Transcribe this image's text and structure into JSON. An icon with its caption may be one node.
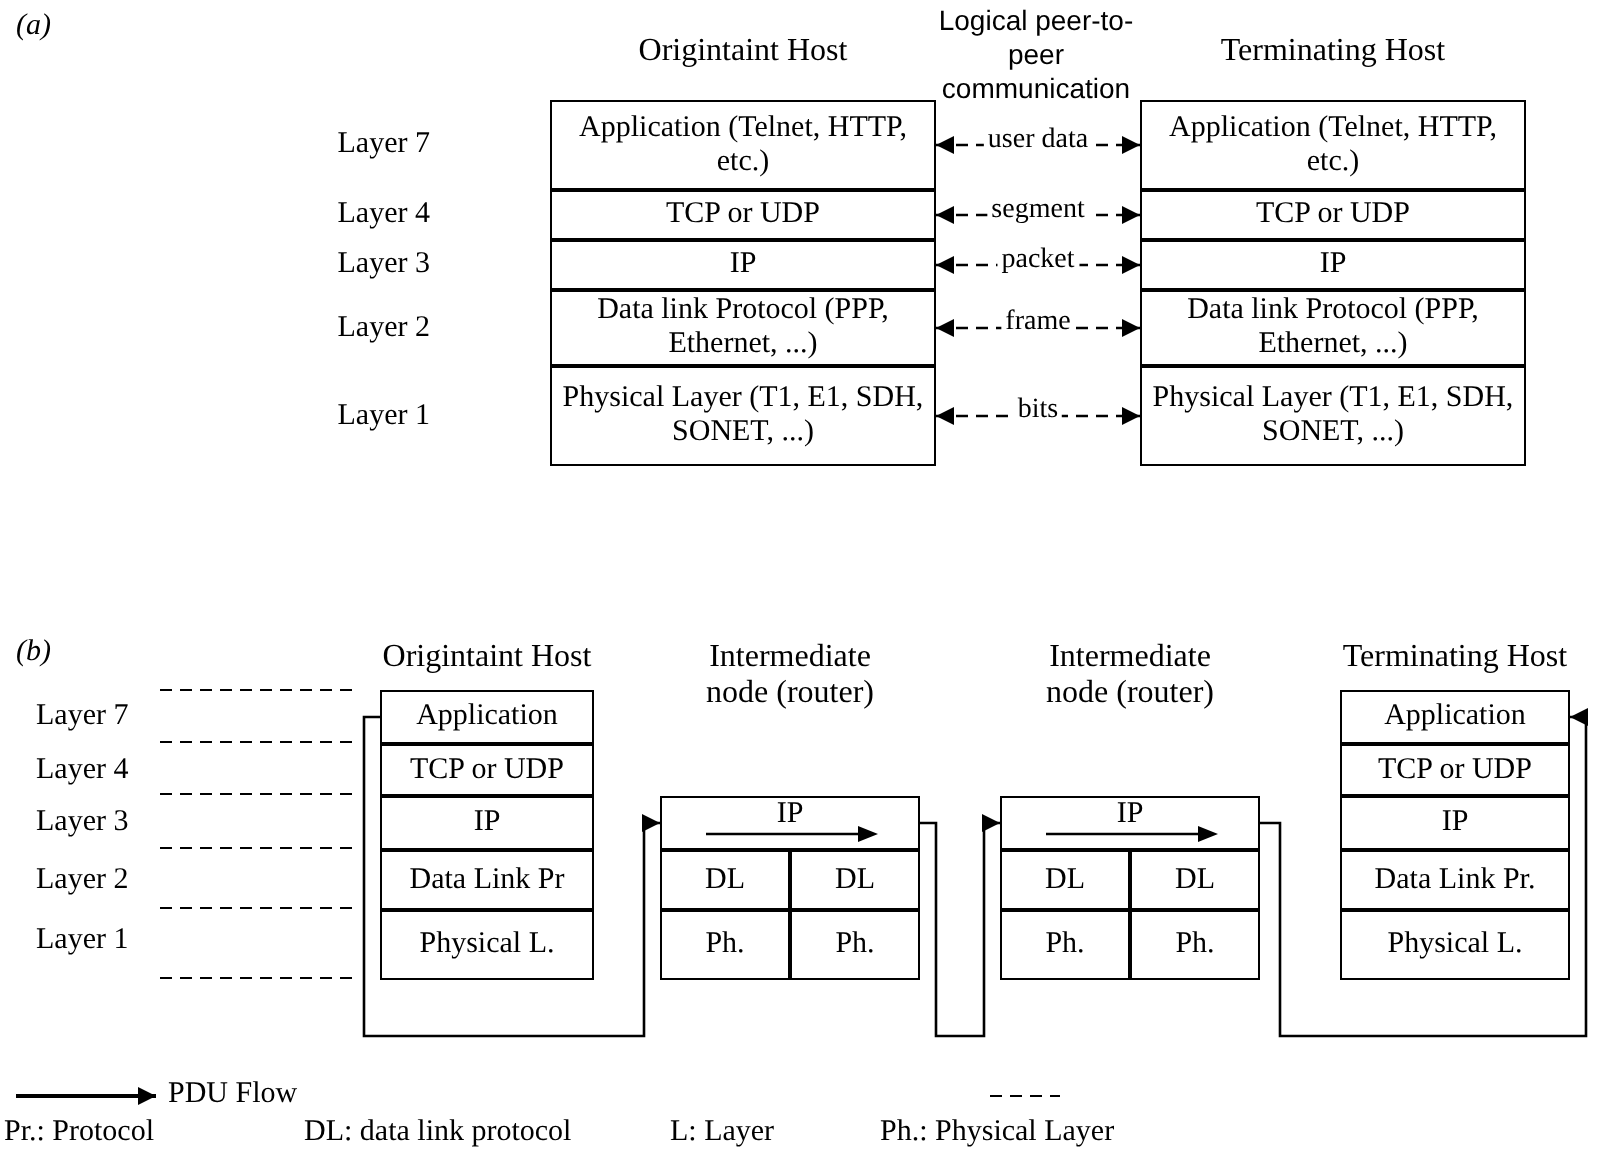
{
  "diagram": {
    "nodes": [
      {
        "text": [
          "Origintaint Host"
        ]
      },
      {
        "text": [
          "Application (Telnet, HTTP, etc.)"
        ],
        "in": 0
      },
      {
        "text": [
          "TCP or UDP"
        ],
        "in": 0
      },
      {
        "text": [
          "IP"
        ],
        "in": 0
      },
      {
        "text": [
          "Data link Protocol (PPP, Ethernet, ...)"
        ],
        "in": 0
      },
      {
        "text": [
          "Physical Layer (T1, E1, SDH, SONET, ...)"
        ],
        "in": 0
      },
      {
        "text": [
          "Terminating Host"
        ]
      },
      {
        "text": [
          "Application (Telnet, HTTP, etc.)"
        ],
        "in": 6
      },
      {
        "text": [
          "TCP or UDP"
        ],
        "in": 6
      },
      {
        "text": [
          "IP"
        ],
        "in": 6
      },
      {
        "text": [
          "Data link Protocol (PPP, Ethernet, ...)"
        ],
        "in": 6
      },
      {
        "text": [
          "Physical Layer (T1, E1, SDH, SONET, ...)"
        ],
        "in": 6
      },
      {
        "text": [
          "Origintaint Host"
        ]
      },
      {
        "text": [
          "Application"
        ],
        "in": 12
      },
      {
        "text": [
          "TCP or UDP"
        ],
        "in": 12
      },
      {
        "text": [
          "IP"
        ],
        "in": 12
      },
      {
        "text": [
          "Data Link Pr"
        ],
        "in": 12
      },
      {
        "text": [
          "Physical L."
        ],
        "in": 12
      },
      {
        "text": [
          "Intermediate node (router)"
        ]
      },
      {
        "text": [
          "IP"
        ],
        "in": 18
      },
      {
        "text": [
          "DL"
        ],
        "in": 18
      },
      {
        "text": [
          "DL"
        ],
        "in": 18
      },
      {
        "text": [
          "Ph."
        ],
        "in": 18
      },
      {
        "text": [
          "Ph."
        ],
        "in": 18
      },
      {
        "text": [
          "Intermediate node (router)"
        ]
      },
      {
        "text": [
          "IP"
        ],
        "in": 24
      },
      {
        "text": [
          "DL"
        ],
        "in": 24
      },
      {
        "text": [
          "DL"
        ],
        "in": 24
      },
      {
        "text": [
          "Ph."
        ],
        "in": 24
      },
      {
        "text": [
          "Ph."
        ],
        "in": 24
      },
      {
        "text": [
          "Terminating Host"
        ]
      },
      {
        "text": [
          "Application"
        ],
        "in": 30
      },
      {
        "text": [
          "TCP or UDP"
        ],
        "in": 30
      },
      {
        "text": [
          "IP"
        ],
        "in": 30
      },
      {
        "text": [
          "Data Link Pr."
        ],
        "in": 30
      },
      {
        "text": [
          "Physical L."
        ],
        "in": 30
      }
    ],
    "edges": [
      {
        "from": 1,
        "to": 7,
        "arrow": "both",
        "style": "dashed",
        "label": "user data"
      },
      {
        "from": 2,
        "to": 8,
        "arrow": "both",
        "style": "dashed",
        "label": "segment"
      },
      {
        "from": 3,
        "to": 9,
        "arrow": "both",
        "style": "dashed",
        "label": "packet"
      },
      {
        "from": 4,
        "to": 10,
        "arrow": "both",
        "style": "dashed",
        "label": "frame"
      },
      {
        "from": 5,
        "to": 11,
        "arrow": "both",
        "style": "dashed",
        "label": "bits"
      },
      {
        "from": 13,
        "to": 19,
        "arrow": "to"
      },
      {
        "from": 19,
        "to": 25,
        "arrow": "to"
      },
      {
        "from": 25,
        "to": 31,
        "arrow": "to"
      }
    ],
    "labels": [
      "(a)",
      "Logical peer-to-peer communication",
      "Layer 7",
      "Layer 4",
      "Layer 3",
      "Layer 2",
      "Layer 1",
      "(b)",
      "Layer 7",
      "Layer 4",
      "Layer 3",
      "Layer 2",
      "Layer 1",
      "Pr.: Protocol",
      "DL: data link protocol",
      "L: Layer",
      "Ph.: Physical Layer"
    ],
    "legend": [
      {
        "text": "PDU Flow"
      }
    ]
  }
}
